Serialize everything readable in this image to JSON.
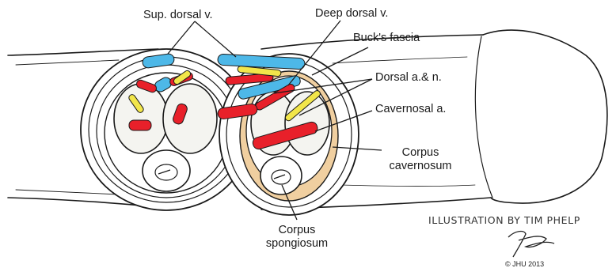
{
  "labels": {
    "sup_dorsal_v": "Sup. dorsal v.",
    "deep_dorsal_v": "Deep dorsal v.",
    "bucks_fascia": "Buck's fascia",
    "dorsal_a_n": "Dorsal a.& n.",
    "cavernosal_a": "Cavernosal a.",
    "corpus_cavernosum_line1": "Corpus",
    "corpus_cavernosum_line2": "cavernosum",
    "corpus_spongiosum_line1": "Corpus",
    "corpus_spongiosum_line2": "spongiosum"
  },
  "credit": "ILLUSTRATION BY TIM PHELP",
  "copyright": "© JHU 2013",
  "colors": {
    "vein": "#4db8e8",
    "artery": "#e8202a",
    "nerve": "#f2e64a",
    "bucks_fascia": "#f0cfa0",
    "outline": "#1a1a1a"
  }
}
